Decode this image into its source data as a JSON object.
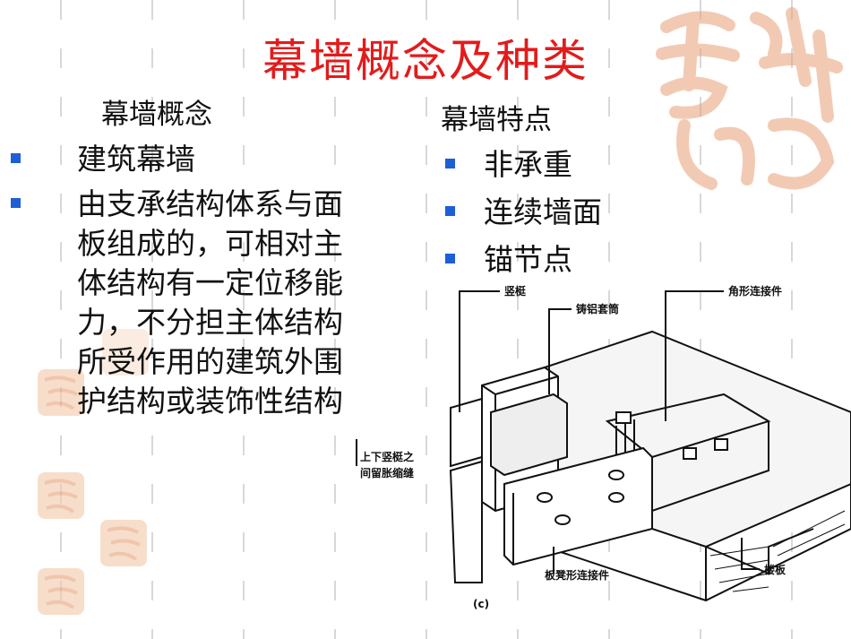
{
  "slide": {
    "title": "幕墙概念及种类",
    "left_heading": "幕墙概念",
    "left_items": [
      "建筑幕墙",
      "由支承结构体系与面板组成的，可相对主体结构有一定位移能力，不分担主体结构所受作用的建筑外围护结构或装饰性结构"
    ],
    "right_heading": "幕墙特点",
    "right_items": [
      "非承重",
      "连续墙面",
      "锚节点"
    ]
  },
  "diagram": {
    "labels": {
      "mullion": "竖梃",
      "aluminum_sleeve": "铸铝套筒",
      "angle_connector": "角形连接件",
      "gap_line1": "上下竖梃之",
      "gap_line2": "间留胀缩缝",
      "plate_connector": "板凳形连接件",
      "floor_slab": "楼板",
      "caption": "(c)"
    }
  },
  "colors": {
    "title": "#e31b1b",
    "bullet": "#1f5fd6",
    "seal": "#e8a078"
  },
  "icons": {
    "bullet": "square-bullet-icon",
    "seal": "seal-stamp-icon"
  }
}
